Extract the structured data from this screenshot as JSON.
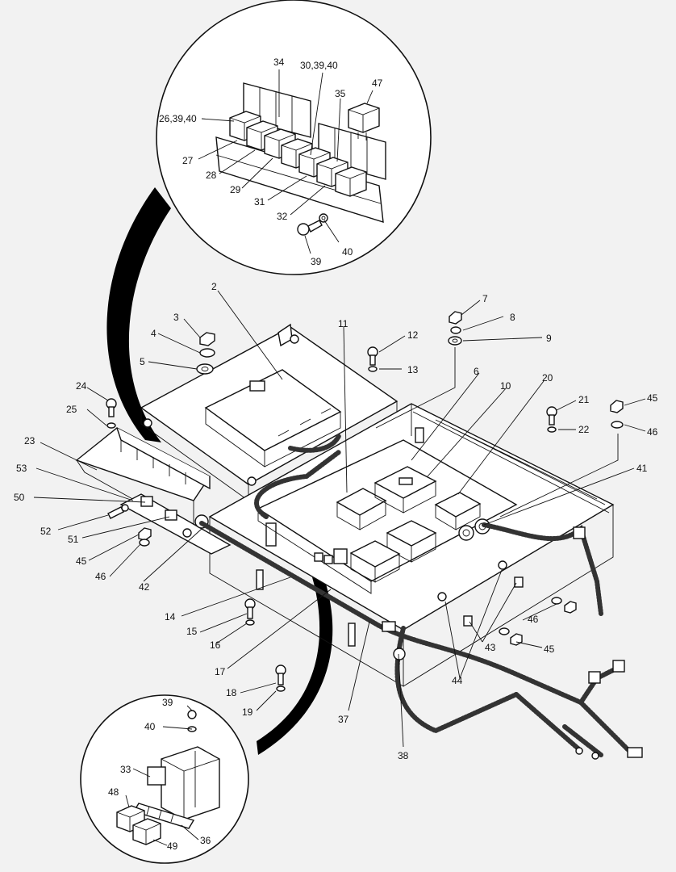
{
  "callouts": [
    {
      "id": "c34",
      "text": "34"
    },
    {
      "id": "c30",
      "text": "30,39,40"
    },
    {
      "id": "c47",
      "text": "47"
    },
    {
      "id": "c35",
      "text": "35"
    },
    {
      "id": "c26",
      "text": "26,39,40"
    },
    {
      "id": "c27",
      "text": "27"
    },
    {
      "id": "c28",
      "text": "28"
    },
    {
      "id": "c29",
      "text": "29"
    },
    {
      "id": "c31",
      "text": "31"
    },
    {
      "id": "c32",
      "text": "32"
    },
    {
      "id": "c40a",
      "text": "40"
    },
    {
      "id": "c39a",
      "text": "39"
    },
    {
      "id": "c2",
      "text": "2"
    },
    {
      "id": "c3",
      "text": "3"
    },
    {
      "id": "c4",
      "text": "4"
    },
    {
      "id": "c5",
      "text": "5"
    },
    {
      "id": "c11",
      "text": "11"
    },
    {
      "id": "c12",
      "text": "12"
    },
    {
      "id": "c13",
      "text": "13"
    },
    {
      "id": "c7",
      "text": "7"
    },
    {
      "id": "c8",
      "text": "8"
    },
    {
      "id": "c9",
      "text": "9"
    },
    {
      "id": "c6",
      "text": "6"
    },
    {
      "id": "c10",
      "text": "10"
    },
    {
      "id": "c20",
      "text": "20"
    },
    {
      "id": "c21",
      "text": "21"
    },
    {
      "id": "c22",
      "text": "22"
    },
    {
      "id": "c45a",
      "text": "45"
    },
    {
      "id": "c46a",
      "text": "46"
    },
    {
      "id": "c41",
      "text": "41"
    },
    {
      "id": "c24",
      "text": "24"
    },
    {
      "id": "c25",
      "text": "25"
    },
    {
      "id": "c23",
      "text": "23"
    },
    {
      "id": "c53",
      "text": "53"
    },
    {
      "id": "c50",
      "text": "50"
    },
    {
      "id": "c52",
      "text": "52"
    },
    {
      "id": "c51",
      "text": "51"
    },
    {
      "id": "c45b",
      "text": "45"
    },
    {
      "id": "c46b",
      "text": "46"
    },
    {
      "id": "c42",
      "text": "42"
    },
    {
      "id": "c14",
      "text": "14"
    },
    {
      "id": "c15",
      "text": "15"
    },
    {
      "id": "c16",
      "text": "16"
    },
    {
      "id": "c17",
      "text": "17"
    },
    {
      "id": "c18",
      "text": "18"
    },
    {
      "id": "c19",
      "text": "19"
    },
    {
      "id": "c37",
      "text": "37"
    },
    {
      "id": "c38",
      "text": "38"
    },
    {
      "id": "c43",
      "text": "43"
    },
    {
      "id": "c44",
      "text": "44"
    },
    {
      "id": "c46c",
      "text": "46"
    },
    {
      "id": "c45c",
      "text": "45"
    },
    {
      "id": "c39b",
      "text": "39"
    },
    {
      "id": "c40b",
      "text": "40"
    },
    {
      "id": "c33",
      "text": "33"
    },
    {
      "id": "c48",
      "text": "48"
    },
    {
      "id": "c49",
      "text": "49"
    },
    {
      "id": "c36",
      "text": "36"
    }
  ]
}
